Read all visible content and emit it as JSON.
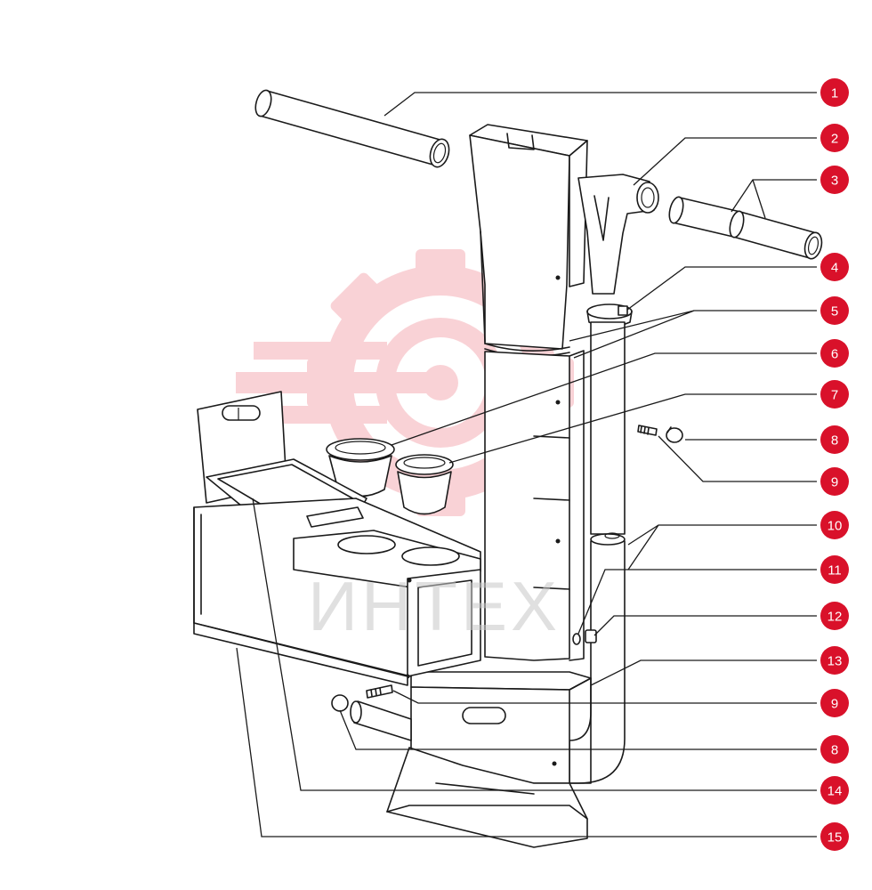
{
  "colors": {
    "badge": "#d9112a",
    "line": "#1a1a1a",
    "watermark_gear": "#e8394a",
    "watermark_text": "#c8c8c8"
  },
  "watermark": {
    "text": "ИНТЕХ",
    "icon": "gear-icon"
  },
  "callouts": [
    {
      "number": "1"
    },
    {
      "number": "2"
    },
    {
      "number": "3"
    },
    {
      "number": "4"
    },
    {
      "number": "5"
    },
    {
      "number": "6"
    },
    {
      "number": "7"
    },
    {
      "number": "8"
    },
    {
      "number": "9"
    },
    {
      "number": "10"
    },
    {
      "number": "11"
    },
    {
      "number": "12"
    },
    {
      "number": "13"
    },
    {
      "number": "9"
    },
    {
      "number": "8"
    },
    {
      "number": "14"
    },
    {
      "number": "15"
    }
  ]
}
